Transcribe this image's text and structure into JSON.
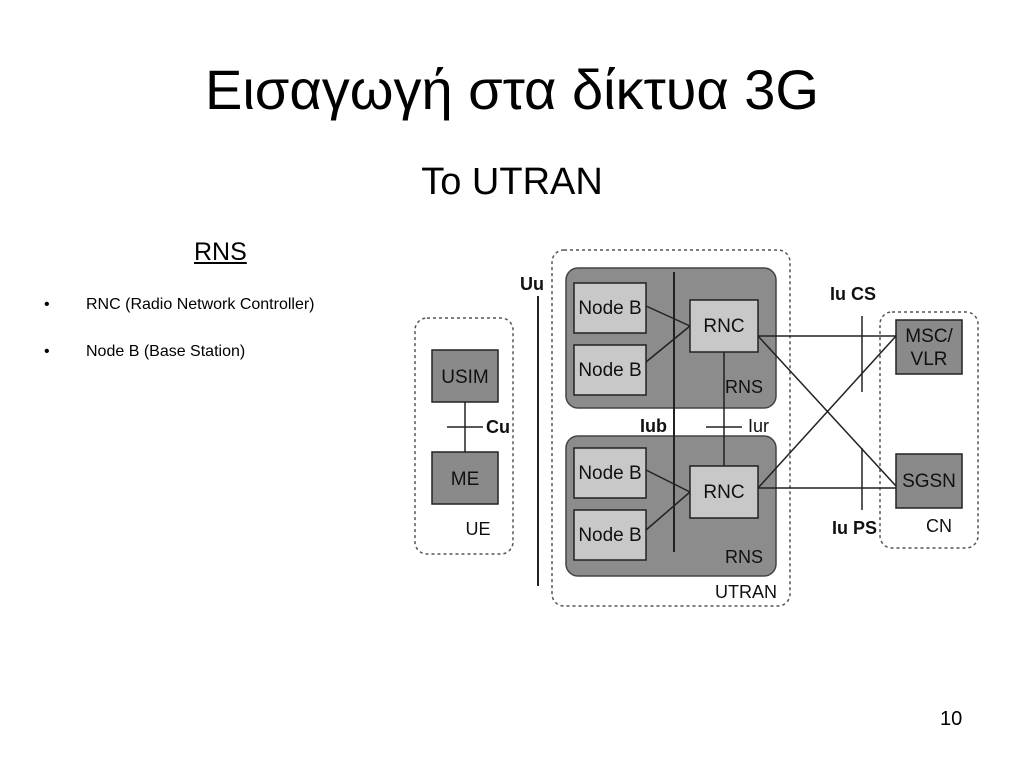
{
  "slide": {
    "title": "Εισαγωγή στα δίκτυα 3G",
    "subtitle": "Το UTRAN",
    "page_number": "10"
  },
  "text_panel": {
    "heading": "RNS",
    "bullets": [
      "RNC (Radio Network Controller)",
      "Node B (Base Station)"
    ]
  },
  "diagram": {
    "ue": {
      "label": "UE",
      "usim": "USIM",
      "me": "ME",
      "interface": "Cu"
    },
    "uu_label": "Uu",
    "utran": {
      "label": "UTRAN",
      "rns_top": {
        "label": "RNS",
        "nodeb_1": "Node B",
        "nodeb_2": "Node B",
        "rnc": "RNC"
      },
      "rns_bottom": {
        "label": "RNS",
        "nodeb_1": "Node B",
        "nodeb_2": "Node B",
        "rnc": "RNC"
      },
      "iub_label": "Iub",
      "iur_label": "Iur"
    },
    "iu_cs_label": "Iu CS",
    "iu_ps_label": "Iu PS",
    "cn": {
      "label": "CN",
      "msc": "MSC/ VLR",
      "msc_line1": "MSC/",
      "msc_line2": "VLR",
      "sgsn": "SGSN"
    },
    "colors": {
      "rns_fill": "#8c8c8c",
      "box_fill": "#c8c8c8",
      "dark_box_fill": "#8a8a8a",
      "line": "#2a2a2a"
    }
  }
}
